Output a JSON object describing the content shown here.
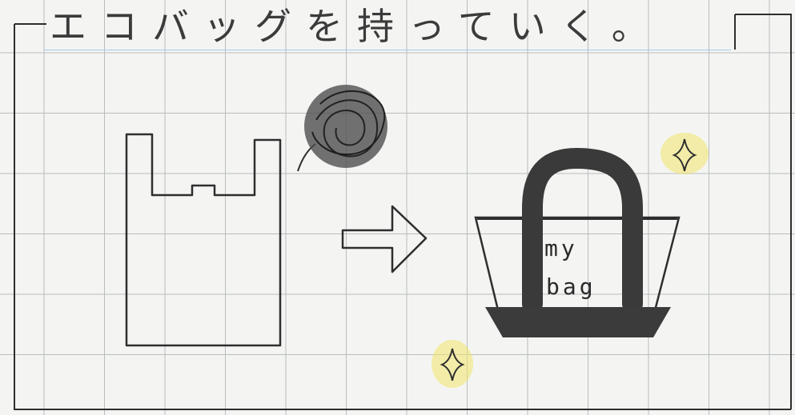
{
  "title": "エコバッグを持っていく。",
  "bag_label": {
    "line1": "my",
    "line2": "bag"
  },
  "colors": {
    "paper": "#f4f5f3",
    "grid": "#b9bdbd",
    "pencil": "#2e2e2e",
    "sparkle": "#f0e36a",
    "underline": "#a9c8e8"
  }
}
